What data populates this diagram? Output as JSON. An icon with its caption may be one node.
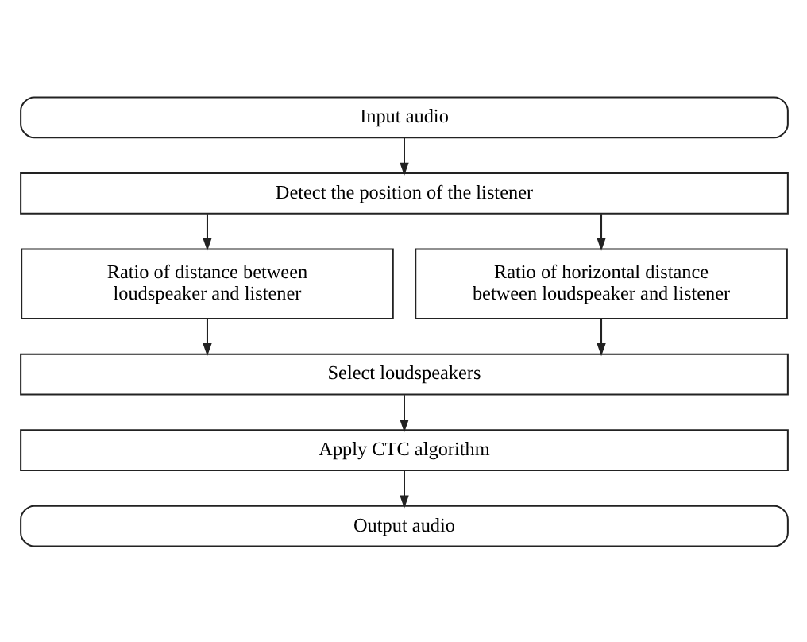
{
  "diagram": {
    "nodes": [
      {
        "text": [
          "Input audio"
        ]
      },
      {
        "text": [
          "Detect the position of the listener"
        ]
      },
      {
        "text": [
          "Ratio of distance between loudspeaker and listener"
        ]
      },
      {
        "text": [
          "Ratio of horizontal distance between loudspeaker and listener"
        ]
      },
      {
        "text": [
          "Select loudspeakers"
        ]
      },
      {
        "text": [
          "Apply CTC algorithm"
        ]
      },
      {
        "text": [
          "Output audio"
        ]
      }
    ],
    "edges": [
      {
        "from": 0,
        "to": 1,
        "arrow": "to"
      },
      {
        "from": 1,
        "to": 2,
        "arrow": "to"
      },
      {
        "from": 1,
        "to": 3,
        "arrow": "to"
      },
      {
        "from": 2,
        "to": 4,
        "arrow": "to"
      },
      {
        "from": 3,
        "to": 4,
        "arrow": "to"
      },
      {
        "from": 4,
        "to": 5,
        "arrow": "to"
      },
      {
        "from": 5,
        "to": 6,
        "arrow": "to"
      }
    ]
  }
}
